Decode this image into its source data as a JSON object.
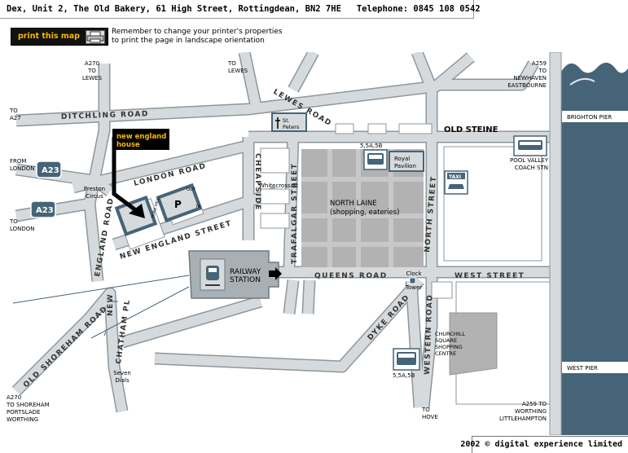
{
  "address": "Dex, Unit 2, The Old Bakery, 61 High Street, Rottingdean, BN2 7HE   Telephone: 0845 108 0542",
  "print_button": "print this map",
  "print_note": [
    "Remember to change your printer's properties",
    "to print the page in landscape orientation"
  ],
  "copyright": "2002 © digital experience limited",
  "colors": {
    "sea": "#466478",
    "road": "#d6dadc",
    "road_edge": "#8c979d",
    "station": "#a8b0b5",
    "laine": "#b2b2b2",
    "laine_grid": "#c8c8c8",
    "highlight": "#f6b800"
  },
  "labels": {
    "a270_lewes": [
      "A270",
      "TO",
      "LEWES"
    ],
    "to_lewes": [
      "TO",
      "LEWES"
    ],
    "a259_newhaven": [
      "A259",
      "TO",
      "NEWHAVEN",
      "EASTBOURNE"
    ],
    "to_a27": [
      "TO",
      "A27"
    ],
    "from_london": [
      "FROM",
      "LONDON"
    ],
    "to_london": [
      "TO",
      "LONDON"
    ],
    "a270_shoreham": [
      "A270",
      "TO SHOREHAM",
      "PORTSLADE",
      "WORTHING"
    ],
    "to_hove": [
      "TO",
      "HOVE"
    ],
    "a259_worthing": [
      "A259 TO",
      "WORTHING",
      "LITTLEHAMPTON"
    ],
    "a23_top": "A23",
    "a23_bottom": "A23",
    "ditchling_road": "DITCHLING ROAD",
    "lewes_road": "LEWES ROAD",
    "old_steine": "OLD STEINE",
    "london_road": "LONDON ROAD",
    "new_england_street": "NEW ENGLAND STREET",
    "england_road": "ENGLAND ROAD",
    "new_england_house": [
      "new england",
      "house"
    ],
    "preston_circus": [
      "Preston",
      "Circus"
    ],
    "cheapside": "CHEAPSIDE",
    "whitecross_st": "Whitecross St",
    "trafalgar_street": "TRAFALGAR STREET",
    "north_laine": [
      "NORTH LAINE",
      "(shopping, eateries)"
    ],
    "north_street": "NORTH STREET",
    "queens_road": "QUEENS ROAD",
    "west_street": "WEST STREET",
    "clock_tower": [
      "Clock",
      "Tower"
    ],
    "railway_station": [
      "RAILWAY",
      "STATION"
    ],
    "st_peters": [
      "St.",
      "Peters"
    ],
    "royal_pavilion": [
      "Royal",
      "Pavilion"
    ],
    "bus_routes_top": "5,5A,5B",
    "bus_routes_bottom": "5,5A,5B",
    "pool_valley": [
      "POOL VALLEY",
      "COACH STN"
    ],
    "taxi": "TAXI",
    "brighton_pier": "BRIGHTON PIER",
    "west_pier": "WEST PIER",
    "western_road": "WESTERN ROAD",
    "dyke_road": "DYKE ROAD",
    "old_shoreham_road": "OLD SHOREHAM ROAD",
    "chatham_pl": "CHATHAM PL",
    "new": "NEW",
    "seven_dials": [
      "Seven",
      "Dials"
    ],
    "churchill_square": [
      "CHURCHILL",
      "SQUARE",
      "SHOPPING",
      "CENTRE"
    ],
    "york_hill": "YORK HILL",
    "parking": "P",
    "car_park_out": "OUT",
    "car_park_in": "IN"
  }
}
